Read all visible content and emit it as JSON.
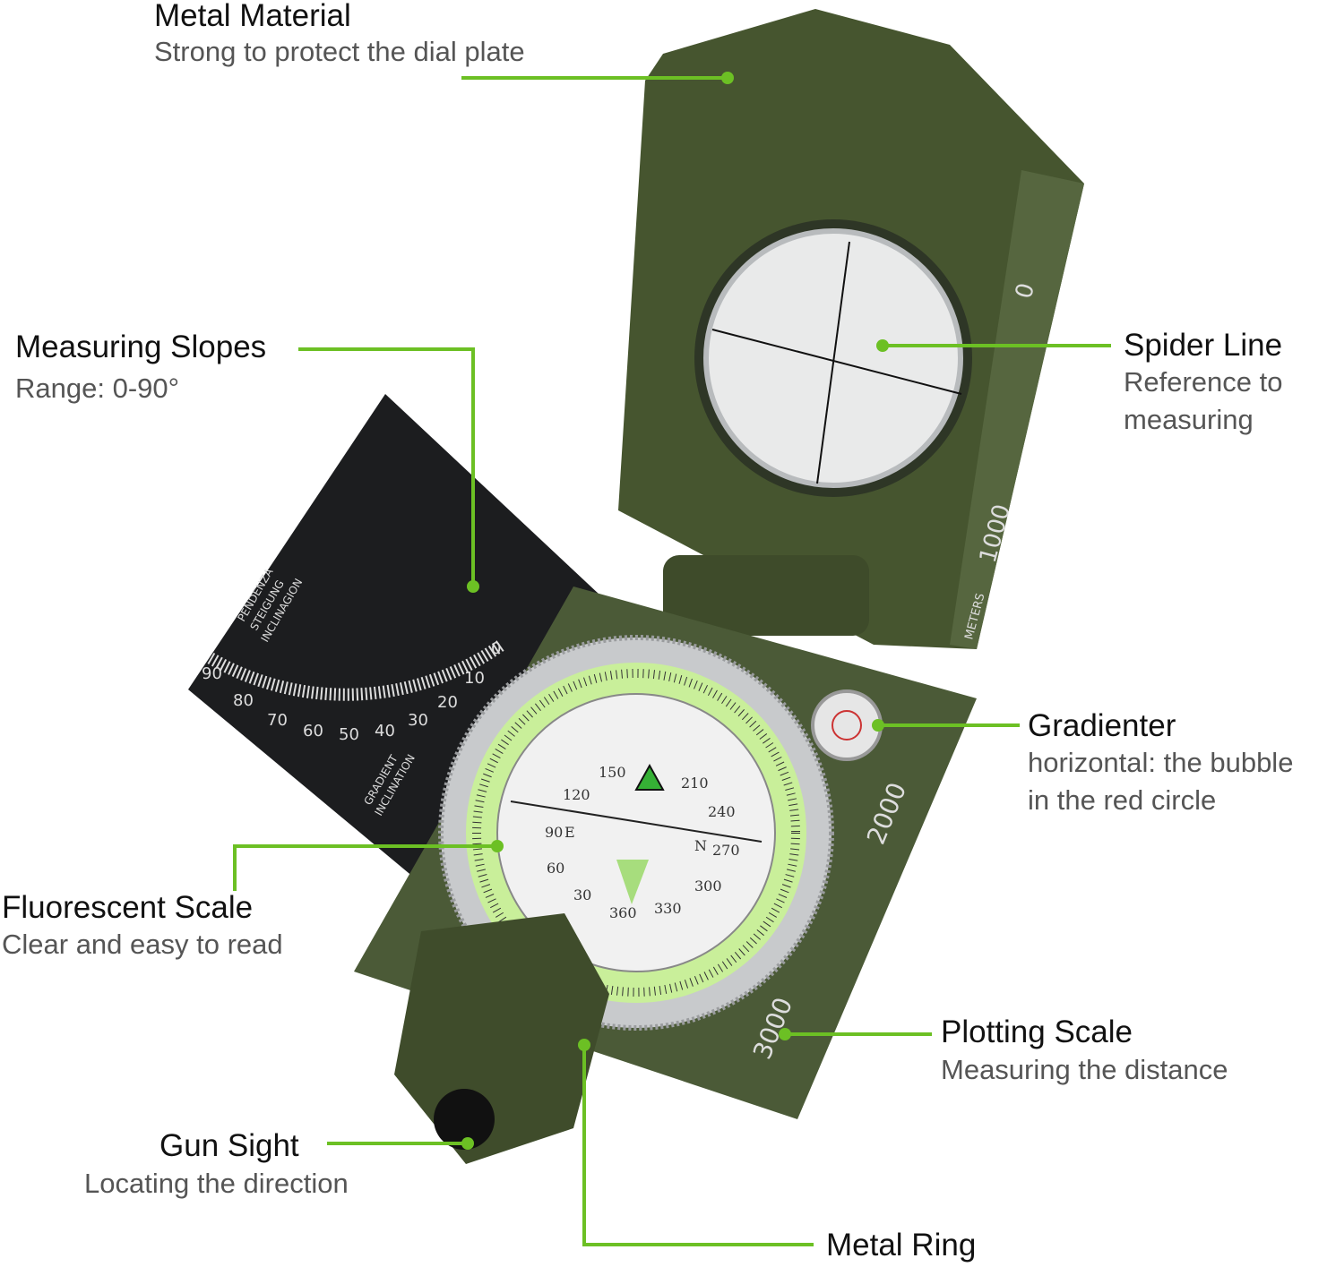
{
  "colors": {
    "callout": "#6cc024",
    "body": "#4b5a37",
    "plate": "#1c1d1f",
    "dial_ring": "#c9ef9a",
    "silver": "#c8cacc"
  },
  "labels": {
    "metal_material": {
      "title": "Metal Material",
      "desc": "Strong to protect the dial plate"
    },
    "measuring_slopes": {
      "title": "Measuring Slopes",
      "desc": "Range: 0-90°"
    },
    "spider_line": {
      "title": "Spider Line",
      "desc1": "Reference to",
      "desc2": "measuring"
    },
    "gradienter": {
      "title": "Gradienter",
      "desc1": "horizontal: the bubble",
      "desc2": "in the red circle"
    },
    "fluorescent_scale": {
      "title": "Fluorescent Scale",
      "desc": "Clear and easy to read"
    },
    "plotting_scale": {
      "title": "Plotting Scale",
      "desc": "Measuring the distance"
    },
    "gun_sight": {
      "title": "Gun Sight",
      "desc": "Locating the direction"
    },
    "metal_ring": {
      "title": "Metal Ring"
    }
  },
  "compass_markings": {
    "lid_scale": [
      "0",
      "1000",
      "METERS"
    ],
    "base_scale": [
      "2000",
      "3000"
    ],
    "dial": [
      "N",
      "E",
      "360",
      "30",
      "60",
      "90",
      "120",
      "150",
      "210",
      "240",
      "270",
      "300",
      "330"
    ],
    "clinometer": [
      "90",
      "80",
      "70",
      "60",
      "50",
      "40",
      "30",
      "20",
      "10",
      "0"
    ],
    "clinometer_text": [
      "PENDENZA",
      "STEIGUNG",
      "INCLINAGION",
      "GRADIENT",
      "INCLINATION"
    ]
  }
}
